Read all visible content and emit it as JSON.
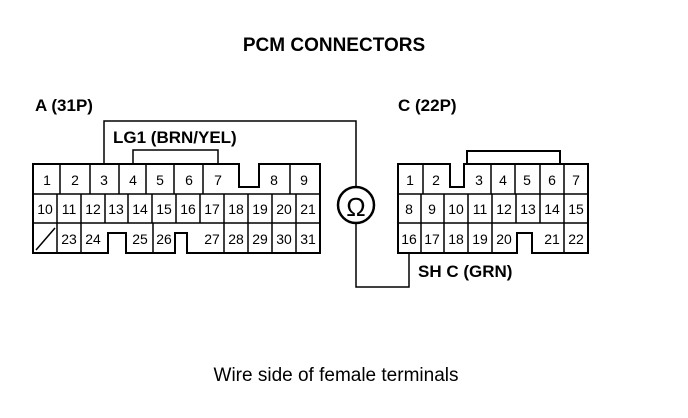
{
  "title": "PCM CONNECTORS",
  "footer": "Wire side of female terminals",
  "connector_a": {
    "label": "A (31P)",
    "row1": [
      "1",
      "2",
      "3",
      "4",
      "5",
      "6",
      "7",
      "8",
      "9"
    ],
    "row2": [
      "10",
      "11",
      "12",
      "13",
      "14",
      "15",
      "16",
      "17",
      "18",
      "19",
      "20",
      "21"
    ],
    "row3": [
      "23",
      "24",
      "25",
      "26",
      "27",
      "28",
      "29",
      "30",
      "31"
    ]
  },
  "connector_c": {
    "label": "C (22P)",
    "row1": [
      "1",
      "2",
      "3",
      "4",
      "5",
      "6",
      "7"
    ],
    "row2": [
      "8",
      "9",
      "10",
      "11",
      "12",
      "13",
      "14",
      "15"
    ],
    "row3": [
      "16",
      "17",
      "18",
      "19",
      "20",
      "21",
      "22"
    ]
  },
  "wire_lg1": "LG1 (BRN/YEL)",
  "wire_shc": "SH C (GRN)",
  "meter_symbol": "Ω"
}
